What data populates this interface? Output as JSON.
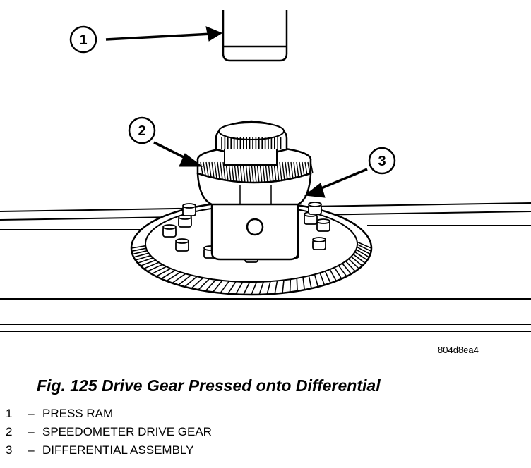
{
  "figure": {
    "image_id": "804d8ea4",
    "caption": "Fig. 125 Drive Gear Pressed onto Differential"
  },
  "callouts": [
    {
      "number": "1"
    },
    {
      "number": "2"
    },
    {
      "number": "3"
    }
  ],
  "legend": [
    {
      "number": "1",
      "dash": "–",
      "label": "PRESS RAM"
    },
    {
      "number": "2",
      "dash": "–",
      "label": "SPEEDOMETER DRIVE GEAR"
    },
    {
      "number": "3",
      "dash": "–",
      "label": "DIFFERENTIAL ASSEMBLY"
    }
  ]
}
